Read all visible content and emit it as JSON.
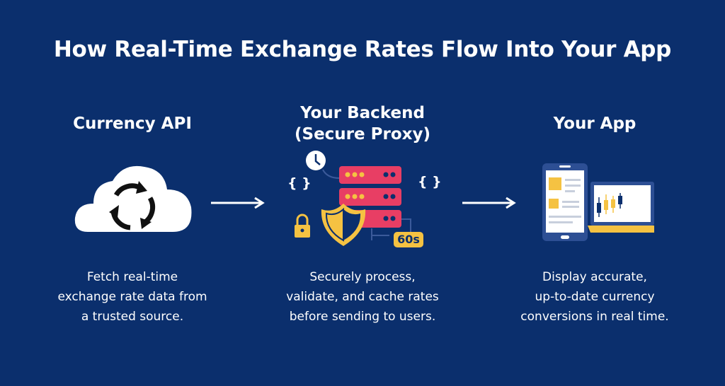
{
  "title": "How Real-Time Exchange Rates Flow Into Your App",
  "steps": [
    {
      "heading": "Currency API",
      "description": [
        "Fetch real-time",
        "exchange rate data from",
        "a trusted source."
      ]
    },
    {
      "heading": [
        "Your Backend",
        "(Secure Proxy)"
      ],
      "description": [
        "Securely process,",
        "validate, and cache rates",
        "before sending to users."
      ],
      "cache_badge": "60s",
      "code_braces": "{ }"
    },
    {
      "heading": "Your App",
      "description": [
        "Display accurate,",
        "up-to-date currency",
        "conversions in real time."
      ]
    }
  ],
  "colors": {
    "background": "#0b2f6d",
    "accent_yellow": "#f5c242",
    "server_red": "#e83e64"
  }
}
